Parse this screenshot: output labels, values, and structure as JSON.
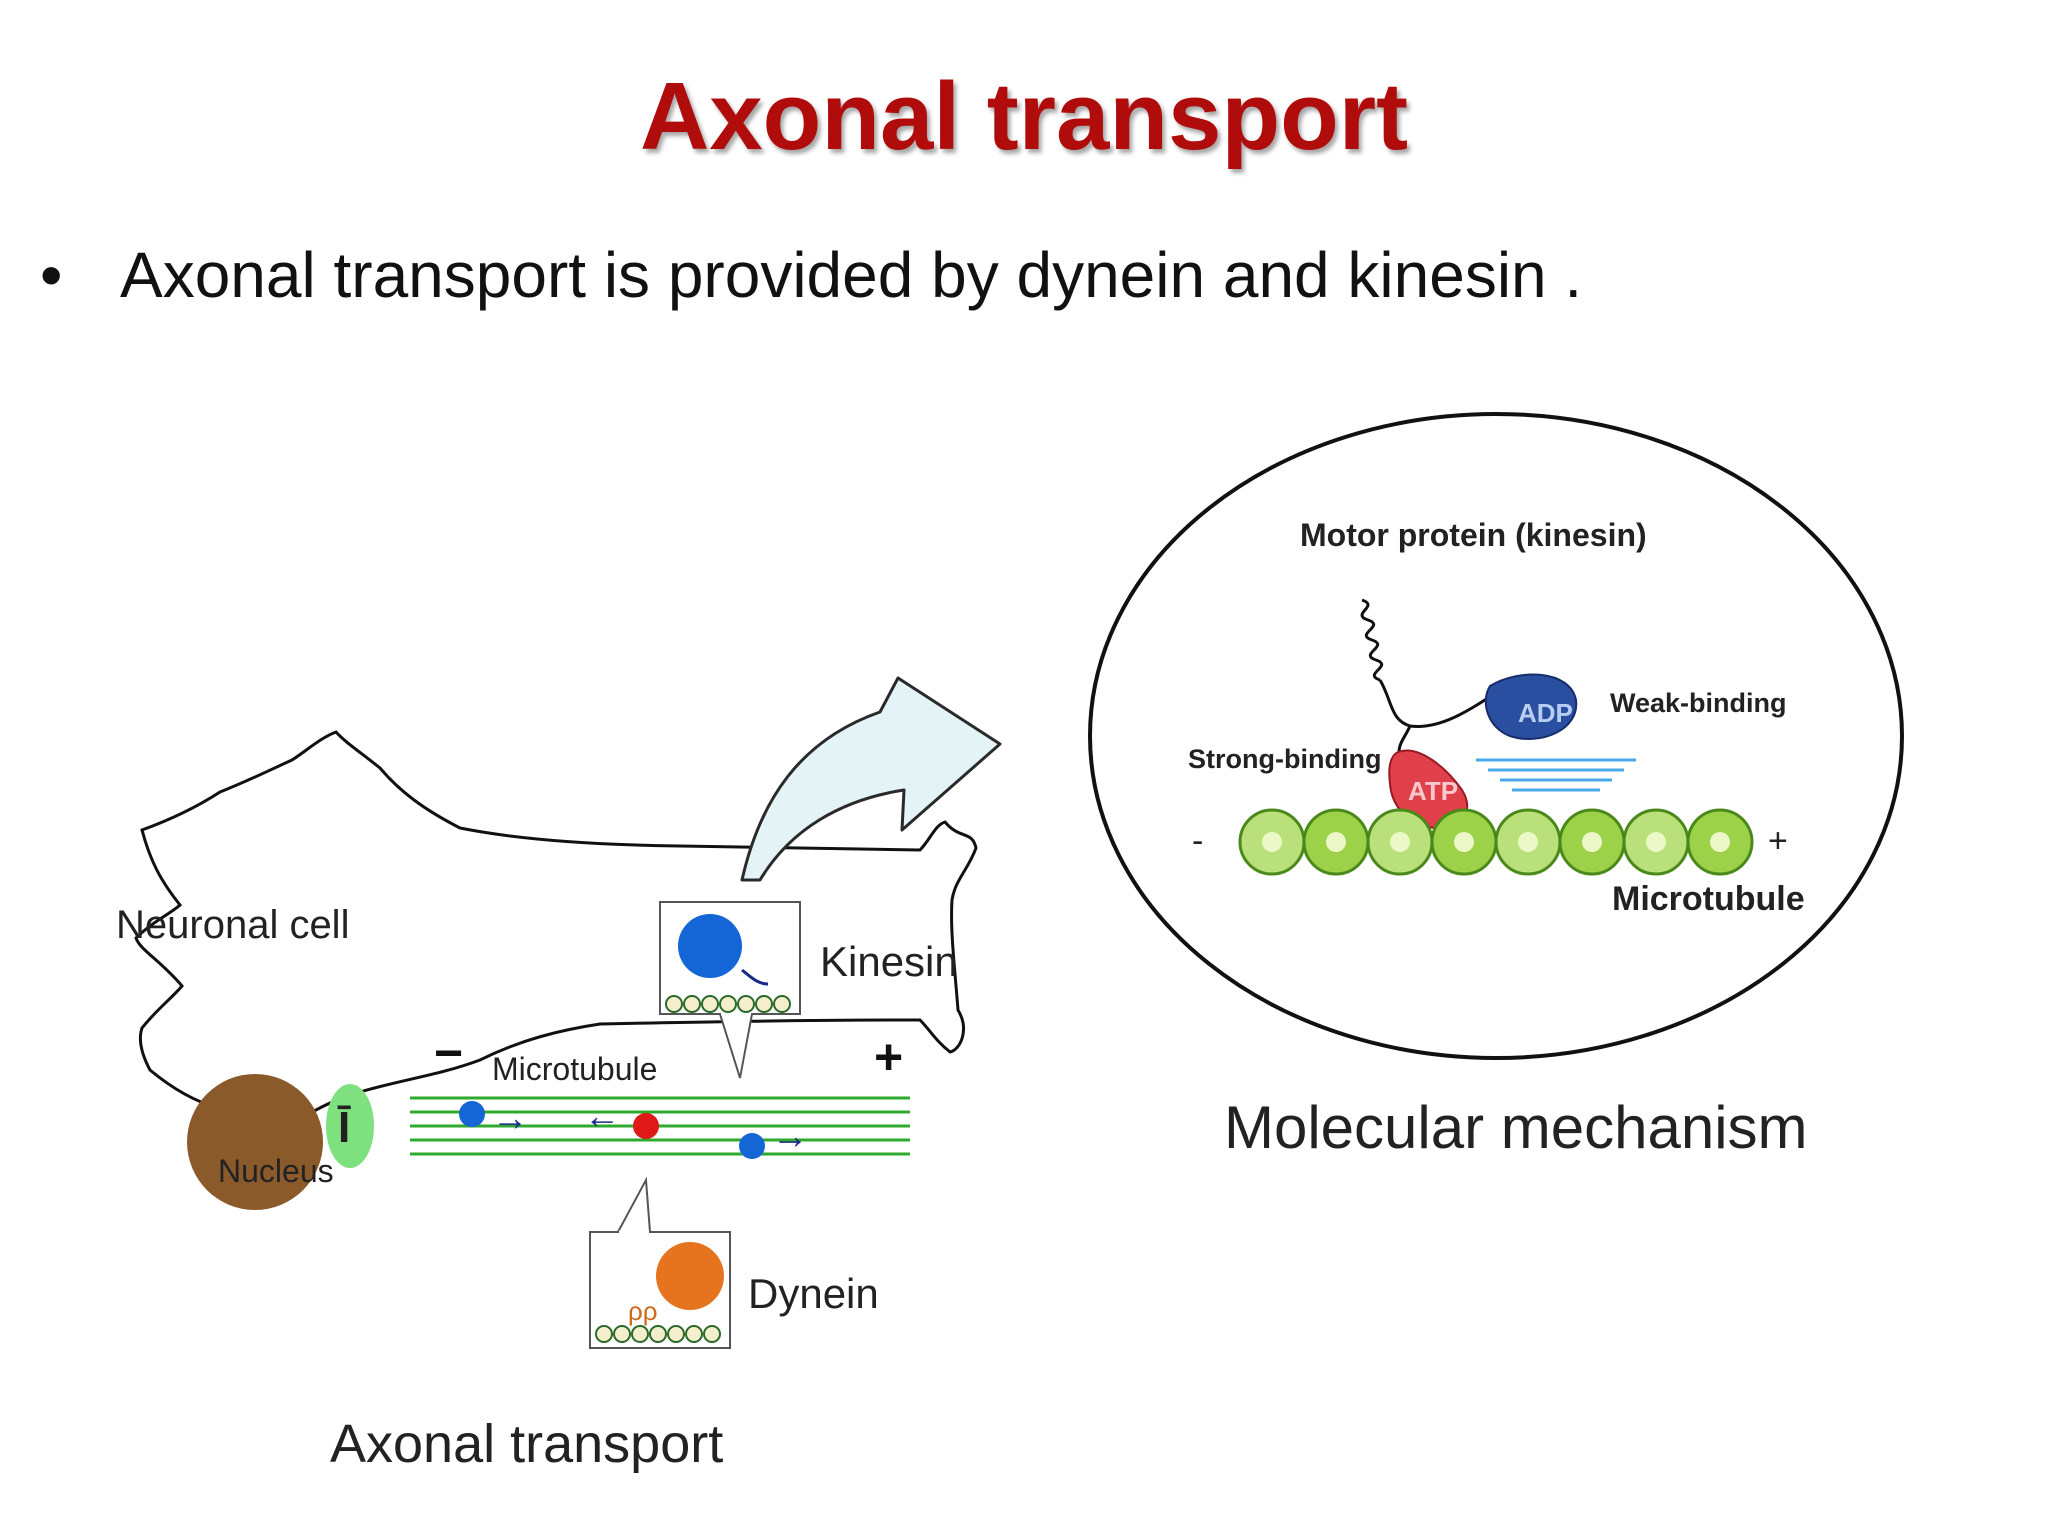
{
  "slide": {
    "title": "Axonal transport",
    "bullet_marker": "•",
    "bullet_text": "Axonal transport is provided by dynein and kinesin ."
  },
  "left_diagram": {
    "cell_label": "Neuronal cell",
    "nucleus_label": "Nucleus",
    "microtubule_label": "Microtubule",
    "minus_sign": "−",
    "plus_sign": "+",
    "kinesin_label": "Kinesin",
    "dynein_label": "Dynein",
    "caption": "Axonal transport"
  },
  "right_diagram": {
    "motor_label": "Motor protein (kinesin)",
    "weak_label": "Weak-binding",
    "strong_label": "Strong-binding",
    "adp_label": "ADP",
    "atp_label": "ATP",
    "minus_sign": "-",
    "plus_sign": "+",
    "microtubule_label": "Microtubule",
    "caption": "Molecular mechanism"
  },
  "colors": {
    "title": "#b00c0c",
    "nucleus": "#8b5a2b",
    "golgi": "#7fe07f",
    "microtubule_line": "#2eaa2e",
    "kinesin_cargo": "#1466d6",
    "dynein_cargo": "#e6731e",
    "red_cargo": "#e01818",
    "tubulin": "#b9e07a",
    "adp_head": "#2a4fa0",
    "atp_head": "#e0404a",
    "arrow_fill": "#e4f4f6"
  }
}
